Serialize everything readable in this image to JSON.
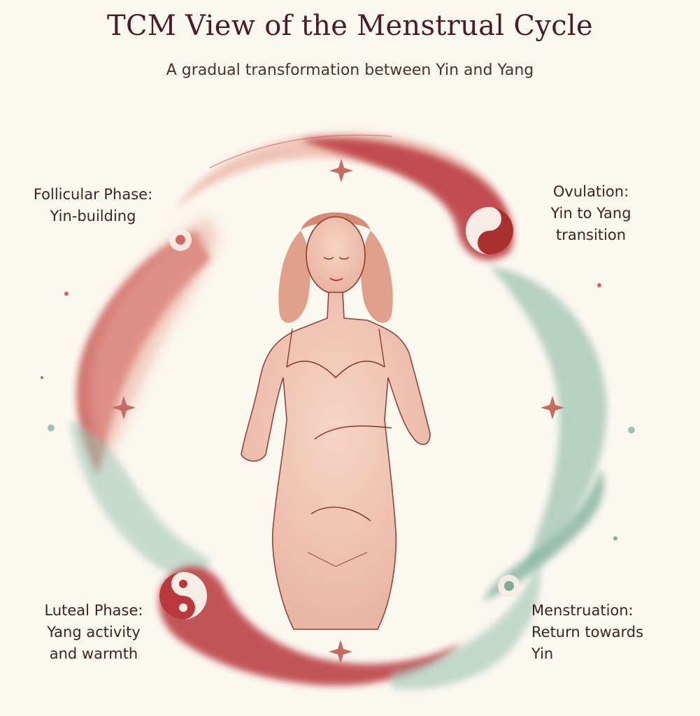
{
  "title": "TCM View of the Menstrual Cycle",
  "subtitle": "A gradual transformation between Yin and Yang",
  "phases": [
    {
      "lines": [
        "Follicular Phase:",
        "Yin-building"
      ]
    },
    {
      "lines": [
        "Ovulation:",
        "Yin to Yang",
        "transition"
      ]
    },
    {
      "lines": [
        "Luteal Phase:",
        "Yang activity",
        "and warmth"
      ]
    },
    {
      "lines": [
        "Menstruation:",
        "Return towards",
        "Yin"
      ]
    }
  ],
  "colors": {
    "red": "#b8383c",
    "pink": "#e9a99a",
    "green": "#7fb09b",
    "line": "#8a3b36",
    "background": "#fbf8f0"
  },
  "icons": [
    "yin-yang-icon",
    "sparkle-icon"
  ]
}
